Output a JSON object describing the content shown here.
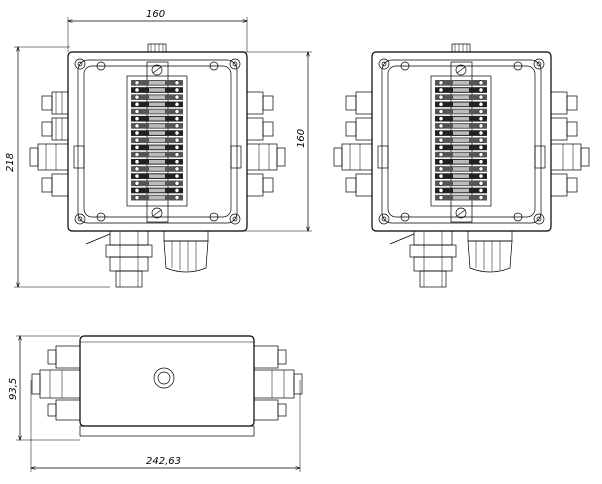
{
  "dimensions": {
    "top_width": "160",
    "overall_height": "218",
    "box_height": "160",
    "side_height": "93,5",
    "side_length": "242,63"
  },
  "views": {
    "front_left": {
      "terminal_count": 17
    },
    "front_right": {
      "terminal_count": 17
    }
  }
}
